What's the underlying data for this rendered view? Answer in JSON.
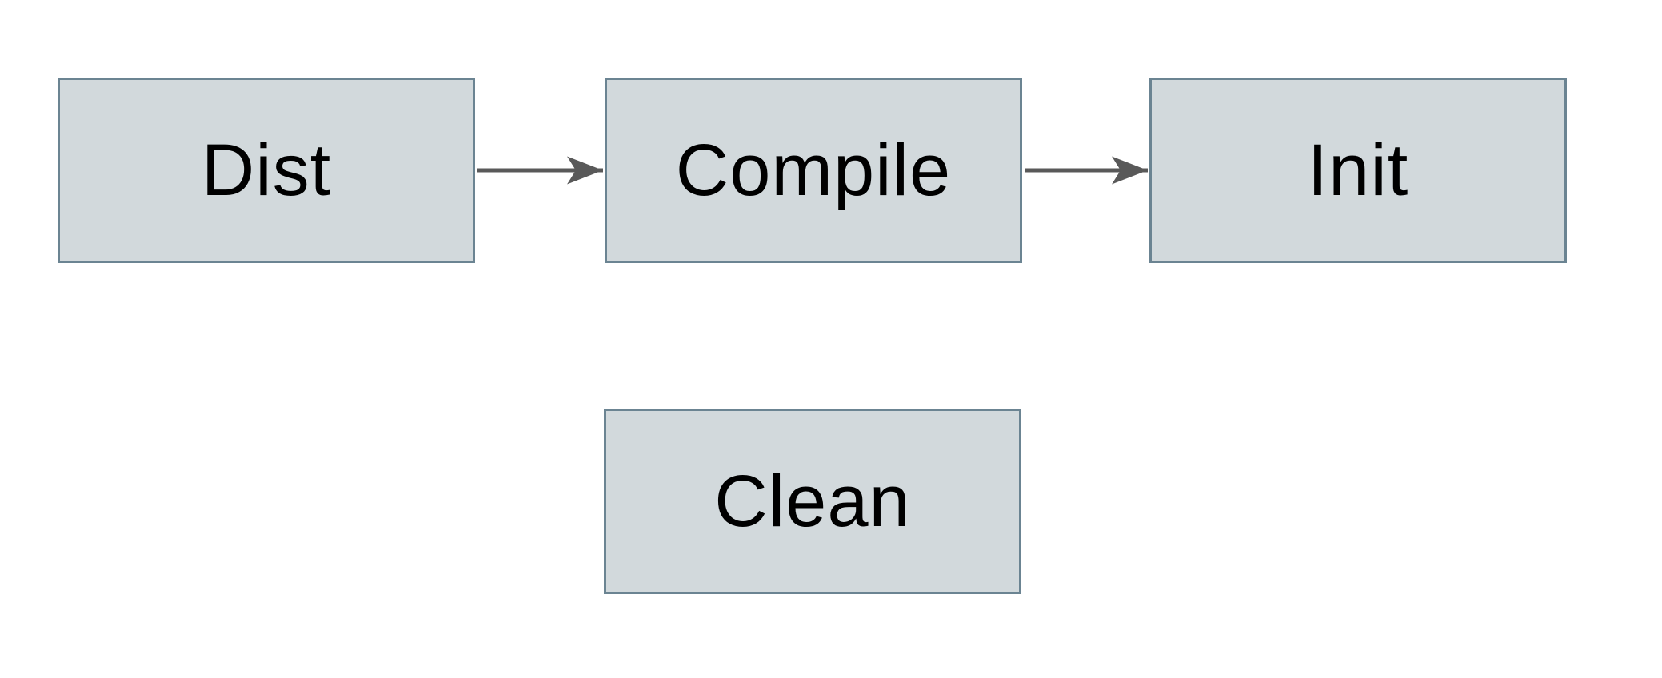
{
  "diagram": {
    "type": "flowchart",
    "background_color": "#ffffff",
    "nodes": [
      {
        "id": "dist",
        "label": "Dist"
      },
      {
        "id": "compile",
        "label": "Compile"
      },
      {
        "id": "init",
        "label": "Init"
      },
      {
        "id": "clean",
        "label": "Clean"
      }
    ],
    "edges": [
      {
        "from": "dist",
        "to": "compile",
        "style": "arrow-right"
      },
      {
        "from": "compile",
        "to": "init",
        "style": "arrow-right"
      }
    ],
    "colors": {
      "node_fill": "#d2d9dc",
      "node_border": "#6b8492",
      "arrow": "#595959",
      "label_text": "#000000"
    }
  }
}
